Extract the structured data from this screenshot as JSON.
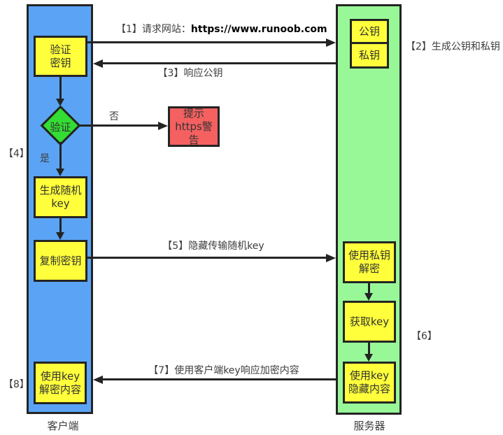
{
  "colors": {
    "client_fill": "#5BA4F5",
    "server_fill": "#98F898",
    "node_fill": "#FFFF3B",
    "diamond_fill": "#33DD33",
    "warning_fill": "#F56060",
    "border": "#242424",
    "text": "#3d3d3d"
  },
  "columns": {
    "client": {
      "label": "客户端"
    },
    "server": {
      "label": "服务器"
    }
  },
  "nodes": {
    "verify_key": {
      "label": "验证\n密钥"
    },
    "verify_diamond": {
      "label": "验证"
    },
    "gen_random_key": {
      "label": "生成随机\nkey"
    },
    "copy_key": {
      "label": "复制密钥"
    },
    "use_key_decrypt": {
      "label": "使用key\n解密内容"
    },
    "https_warning": {
      "label": "提示\nhttps警\n告"
    },
    "public_key": {
      "label": "公钥"
    },
    "private_key": {
      "label": "私钥"
    },
    "use_private_key_decrypt": {
      "label": "使用私钥\n解密"
    },
    "get_key": {
      "label": "获取key"
    },
    "use_key_hide": {
      "label": "使用key\n隐藏内容"
    }
  },
  "labels": {
    "step1_prefix": "【1】请求网站：",
    "step1_url": "https://www.runoob.com",
    "step2": "【2】生成公钥和私钥",
    "step3": "【3】响应公钥",
    "step4": "【4】",
    "step5": "【5】隐藏传输随机key",
    "step6": "【6】",
    "step7": "【7】使用客户端key响应加密内容",
    "step8": "【8】",
    "no_branch": "否",
    "yes_branch": "是"
  }
}
